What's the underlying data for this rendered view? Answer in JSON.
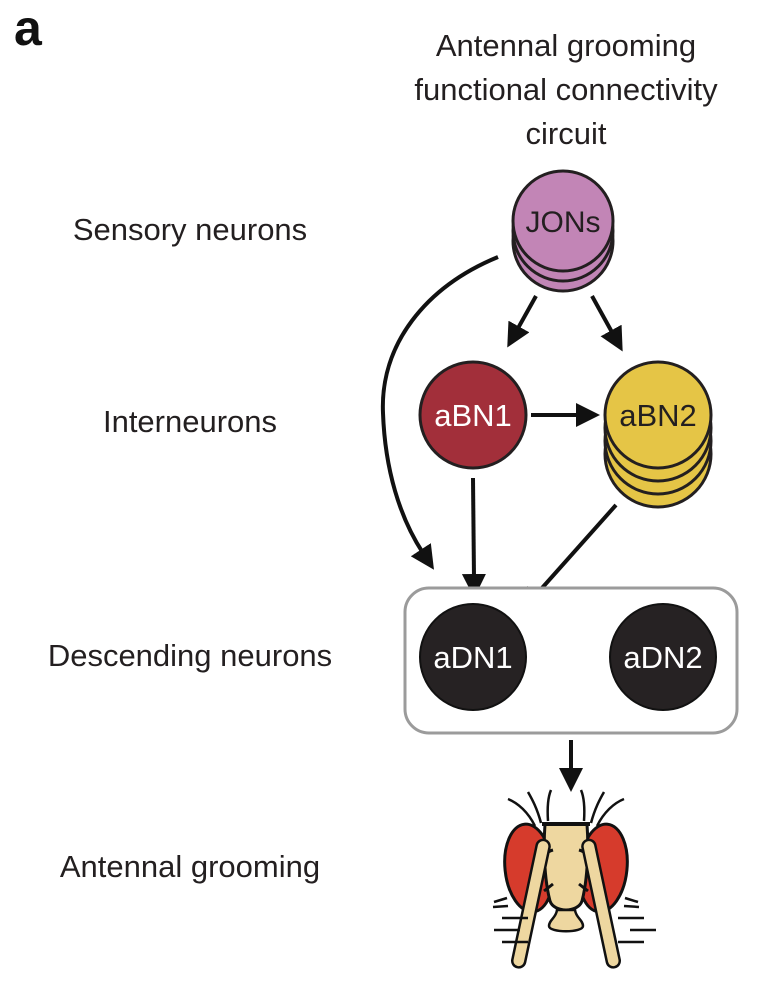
{
  "panel_label": "a",
  "title_lines": [
    "Antennal grooming",
    "functional connectivity",
    "circuit"
  ],
  "row_labels": {
    "sensory": "Sensory neurons",
    "interneurons": "Interneurons",
    "descending": "Descending neurons",
    "behavior": "Antennal grooming"
  },
  "nodes": {
    "jons": {
      "label": "JONs",
      "row": "Sensory neurons",
      "stack_count": 3
    },
    "abn1": {
      "label": "aBN1",
      "row": "Interneurons",
      "stack_count": 1
    },
    "abn2": {
      "label": "aBN2",
      "row": "Interneurons",
      "stack_count": 4
    },
    "adn1": {
      "label": "aDN1",
      "row": "Descending neurons",
      "stack_count": 1
    },
    "adn2": {
      "label": "aDN2",
      "row": "Descending neurons",
      "stack_count": 1
    }
  },
  "edges": [
    {
      "from": "JONs",
      "to": "aBN1"
    },
    {
      "from": "JONs",
      "to": "aBN2"
    },
    {
      "from": "JONs",
      "to": "aDN1"
    },
    {
      "from": "aBN1",
      "to": "aBN2"
    },
    {
      "from": "aBN1",
      "to": "aDN1"
    },
    {
      "from": "aBN2",
      "to": "aDN1"
    },
    {
      "from": "Descending neurons",
      "to": "Antennal grooming"
    }
  ],
  "colors": {
    "background": "#ffffff",
    "text": "#231f20",
    "arrow": "#111111",
    "node_outline": "#231f20",
    "box_border": "#9b9b9b",
    "jons": "#c285b6",
    "abn1": "#a22f3a",
    "abn2": "#e5c546",
    "adn": "#262223",
    "node_label_light": "#ffffff",
    "fly_eye": "#d63b2c",
    "fly_body": "#eed7a0"
  }
}
